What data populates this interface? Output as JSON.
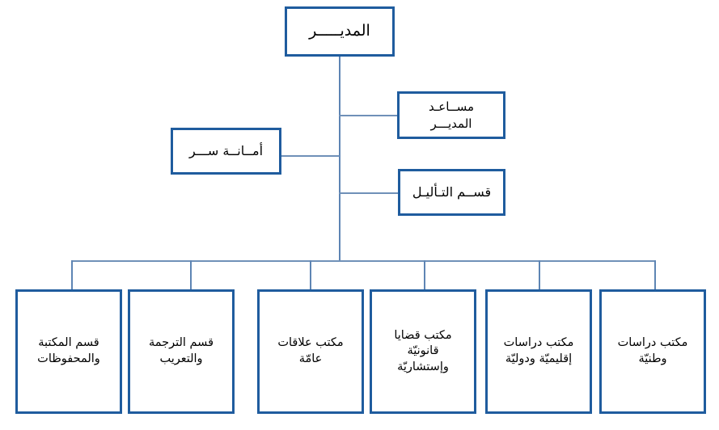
{
  "chart_type": "organizational-chart",
  "language": "ar",
  "colors": {
    "box_border": "#1f5c9e",
    "connector": "#6f90b8",
    "background": "#ffffff",
    "text": "#000000"
  },
  "nodes": {
    "director": {
      "label": "المديـــــر",
      "level": 1
    },
    "deputy_director": {
      "label": "مســاعـد\nالمديـــر",
      "level": 2
    },
    "secretariat": {
      "label": "أمــانــة ســـر",
      "level": 2
    },
    "analysis_department": {
      "label": "قســم التـأليـل",
      "level": 2
    },
    "bottom_row": [
      {
        "id": "national-studies",
        "label": "مكتب دراسات\nوطنيّة"
      },
      {
        "id": "regional-studies",
        "label": "مكتب دراسات\nإقليميّة ودوليّة"
      },
      {
        "id": "legal-affairs",
        "label": "مكتب قضايا\nقانونيّة\nوإستشاريّة"
      },
      {
        "id": "public-relations",
        "label": "مكتب علاقات\nعامّة"
      },
      {
        "id": "translation",
        "label": "قسم الترجمة\nوالتعريب"
      },
      {
        "id": "library-archives",
        "label": "قسم المكتبة\nوالمحفوظات"
      }
    ]
  }
}
